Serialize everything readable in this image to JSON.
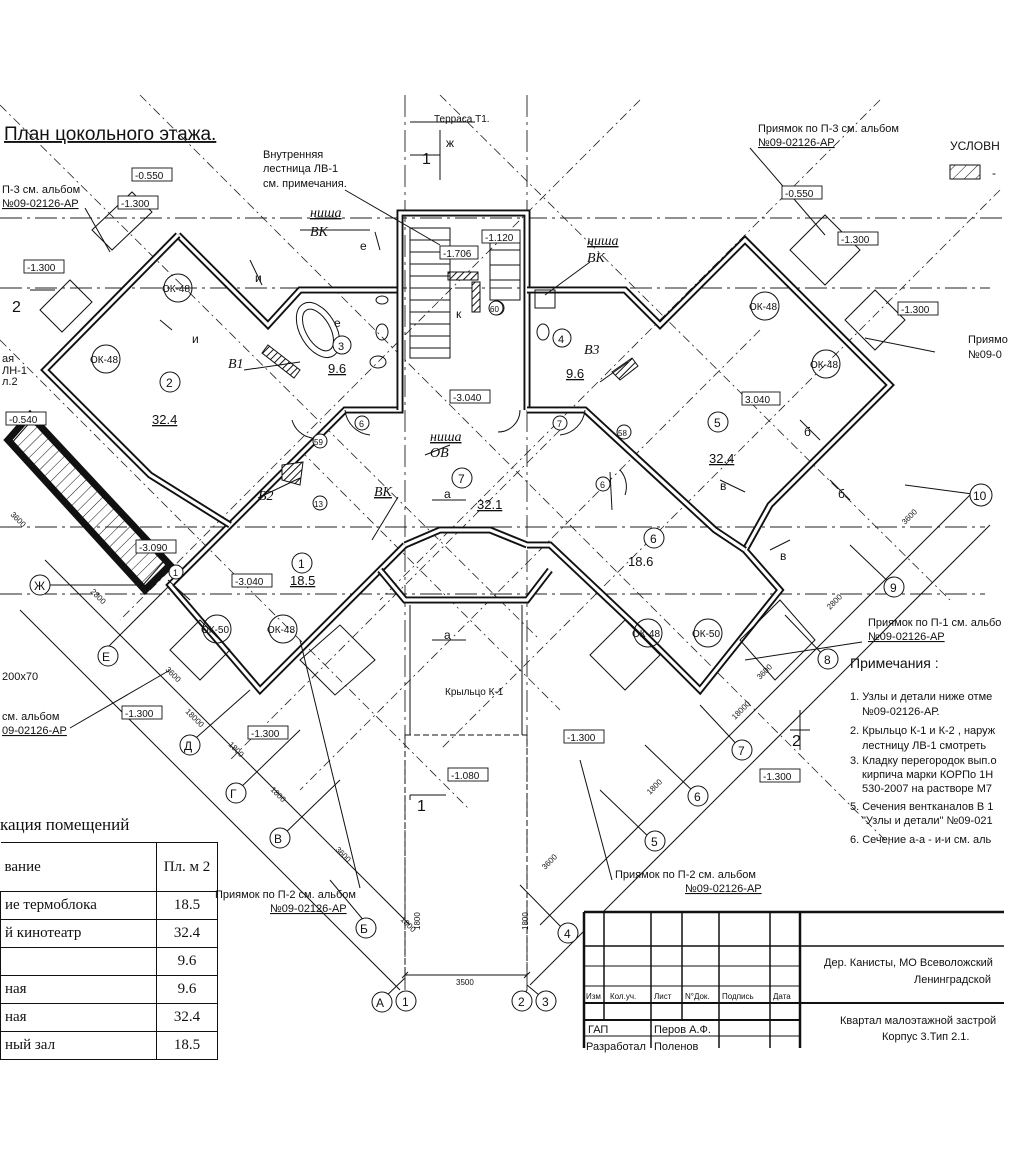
{
  "title": "План цокольного этажа.",
  "legend_title": "УСЛОВН",
  "rooms": [
    {
      "number": "1",
      "area": "18.5"
    },
    {
      "number": "2",
      "area": "32.4"
    },
    {
      "number": "3",
      "area": "9.6"
    },
    {
      "number": "4",
      "area": "9.6"
    },
    {
      "number": "5",
      "area": "32.4"
    },
    {
      "number": "6",
      "area": "18.6"
    },
    {
      "number": "7",
      "area": "32.1"
    }
  ],
  "room_area_labels": {
    "r1": "18.5",
    "r2": "32.4",
    "r3": "9.6",
    "r4": "9.6",
    "r5": "32.4",
    "r6": "18.6",
    "r7": "32.1"
  },
  "levels": {
    "l1": "-0.550",
    "l2": "-1.300",
    "l3": "-1.300",
    "l4": "-0.540",
    "l5": "-3.090",
    "l6": "-3.040",
    "l7": "-1.706",
    "l8": "-1.120",
    "l9": "-3.040",
    "l10": "-0.550",
    "l11": "-1.300",
    "l12": "-1.300",
    "l13": "3.040",
    "l14": "-1.300",
    "l15": "-1.300",
    "l16": "-1.300",
    "l17": "-1.300",
    "l18": "-1.080"
  },
  "niches": {
    "n1": "ниша",
    "n1b": "ВК",
    "n2": "ниша",
    "n2b": "ВК",
    "n3": "ниша",
    "n3b": "ОВ",
    "vk": "ВК"
  },
  "shafts": {
    "b1": "В1",
    "b2": "В2",
    "b3": "В3"
  },
  "windows": {
    "w1": "ОК-48",
    "w2": "ОК-48",
    "w3": "ОК-48",
    "w4": "ОК-48",
    "w5": "ОК-50",
    "w6": "ОК-48",
    "w7": "ОК-48",
    "w8": "ОК-50"
  },
  "door_marks": {
    "d1": "59",
    "d2": "58",
    "d3": "13",
    "d4": "60",
    "d5": "6",
    "d6": "7",
    "d7": "6",
    "d8": "1"
  },
  "annotations": {
    "terrace": "Терраса Т1.",
    "stair_1": "Внутренняя",
    "stair_2": "лестница ЛВ-1",
    "stair_3": "см. примечания.",
    "pit3_left_1": "П-3 см. альбом",
    "pit3_left_2": "№09-02126-АР",
    "pit3_right_1": "Приямок по П-3 см. альбом",
    "pit3_right_2": "№09-02126-АР",
    "pit_right_1": "Приямо",
    "pit_right_2": "№09-0",
    "pit1_1": "Приямок по П-1 см. альбо",
    "pit1_2": "№09-02126-АР",
    "pit2_1": "Приямок по П-2 см. альбом",
    "pit2_2": "№09-02126-АР",
    "pit2b_1": "Приямок по П-2 см. альбом",
    "pit2b_2": "№09-02126-АР",
    "left_1": "см. альбом",
    "left_2": "09-02126-АР",
    "left_size": "200х70",
    "left_stair_1": "ая",
    "left_stair_2": "ЛН-1",
    "left_stair_3": "л.2",
    "porch": "Крыльцо К-1",
    "section_a": "а",
    "section_i": "и",
    "section_b": "б",
    "section_v": "в",
    "section_zh": "ж",
    "section_e": "е",
    "section_k": "к"
  },
  "notes_title": "Примечания :",
  "notes": [
    "1. Узлы и детали ниже отме",
    "№09-02126-АР.",
    "2. Крыльцо К-1 и К-2 , наруж",
    "лестницу ЛВ-1  смотреть",
    "3. Кладку перегородок вып.о",
    "кирпича марки КОРПо 1Н",
    "530-2007  на растворе М7",
    "5. Сечения вентканалов В 1",
    "\"Узлы и детали\" №09-021",
    "6. Сечение а-а - и-и см. аль"
  ],
  "axes_letters": [
    "А",
    "Б",
    "В",
    "Г",
    "Д",
    "Е",
    "Ж"
  ],
  "axes_numbers": [
    "1",
    "2",
    "3",
    "4",
    "5",
    "6",
    "7",
    "8",
    "9",
    "10"
  ],
  "dims": {
    "d3500": "3500",
    "d3600a": "3600",
    "d3600b": "3600",
    "d1800a": "1800",
    "d1800b": "1800",
    "d1800c": "1800",
    "d1800d": "1800",
    "d1800e": "1800",
    "d18000a": "18000",
    "d18000b": "18000",
    "d3600c": "3600",
    "d3600d": "3600",
    "d2800a": "2800",
    "d2800b": "2800",
    "d1800f": "1800",
    "d3600e": "3600",
    "d3600f": "3600"
  },
  "cut_marks": {
    "c1": "1",
    "c2": "1",
    "c3": "2",
    "c4": "2"
  },
  "explication_title": "кация помещений",
  "explication": {
    "col_name": "вание",
    "col_area": "Пл. м 2",
    "rows": [
      {
        "name": "ие термоблока",
        "area": "18.5"
      },
      {
        "name": "й кинотеатр",
        "area": "32.4"
      },
      {
        "name": "",
        "area": "9.6"
      },
      {
        "name": "ная",
        "area": "9.6"
      },
      {
        "name": "ная",
        "area": "32.4"
      },
      {
        "name": "ный зал",
        "area": "18.5"
      }
    ]
  },
  "stamp": {
    "location_1": "Дер. Канисты, МО Всеволожский",
    "location_2": "Ленинградской",
    "project_1": "Квартал малоэтажной застрой",
    "project_2": "Корпус 3.Тип 2.1.",
    "col_izm": "Изм",
    "col_koluch": "Кол.уч.",
    "col_list": "Лист",
    "col_ndok": "N°Док.",
    "col_podpis": "Подпись",
    "col_data": "Дата",
    "role_gap": "ГАП",
    "name_gap": "Перов А.Ф.",
    "role_dev": "Разработал",
    "name_dev": "Поленов"
  }
}
